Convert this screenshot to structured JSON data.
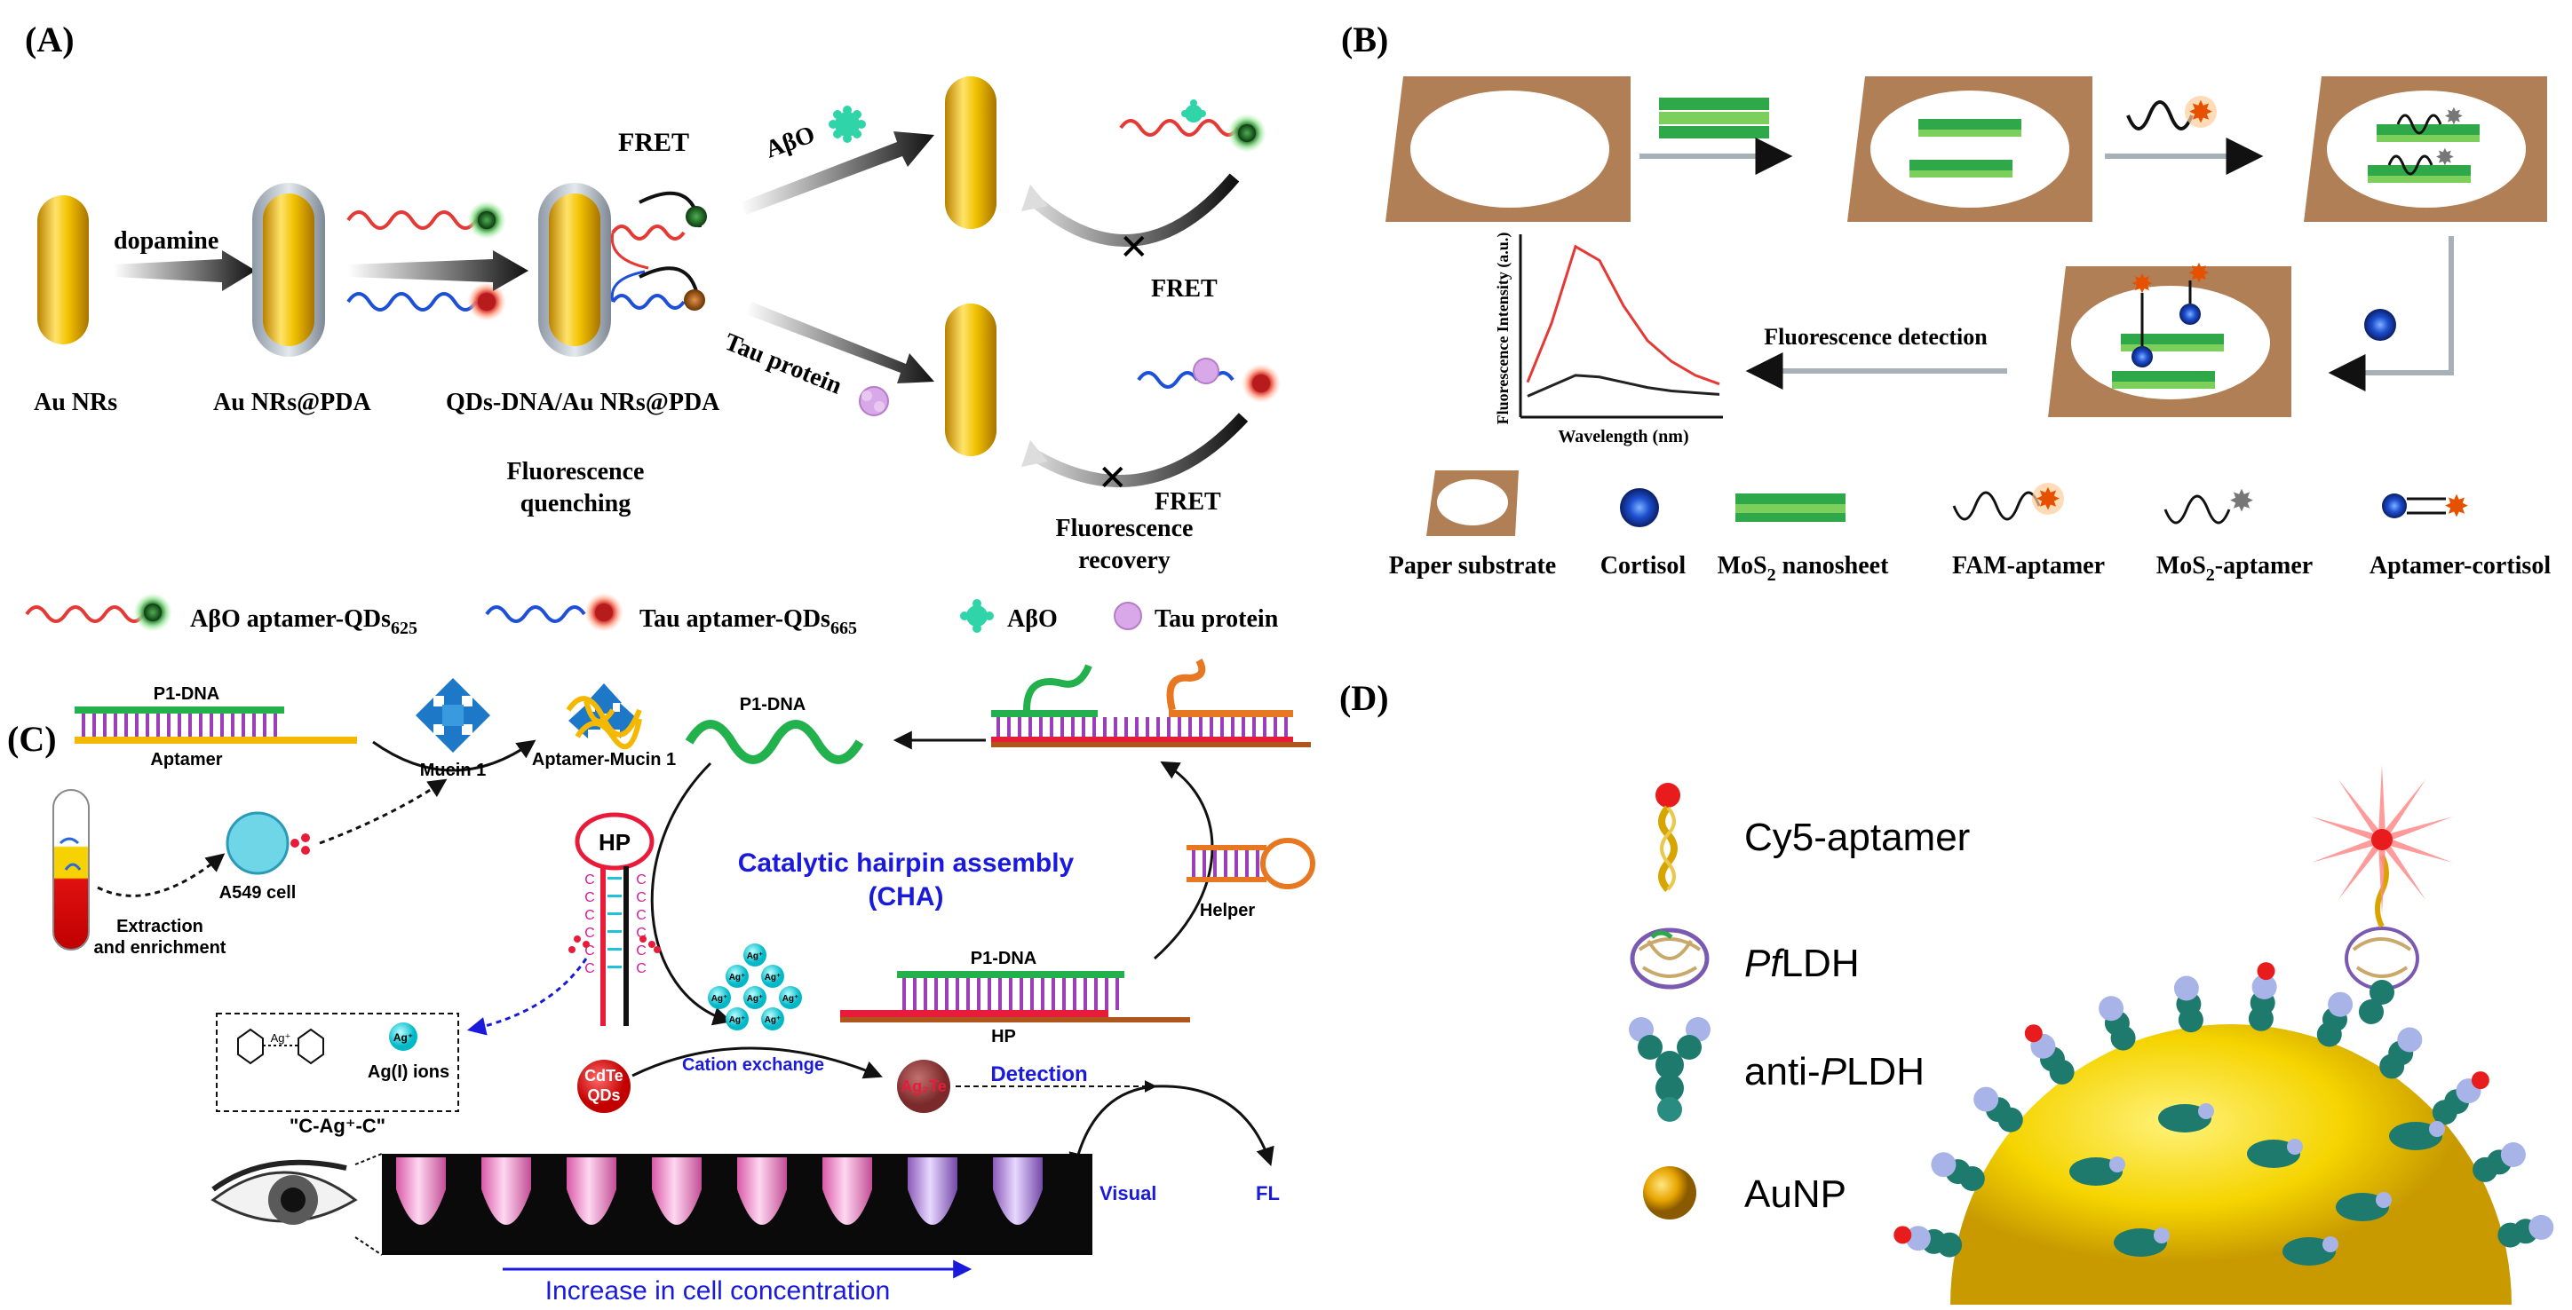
{
  "panel_a": {
    "letter": "(A)",
    "dopamine": "dopamine",
    "fret_top": "FRET",
    "abo_arrow": "AβO",
    "tau_arrow": "Tau protein",
    "fret_right_top": "FRET",
    "fret_right_bottom": "FRET",
    "au_nrs": "Au NRs",
    "au_nrs_pda": "Au NRs@PDA",
    "qds_dna": "QDs-DNA/Au NRs@PDA",
    "quench_1": "Fluorescence",
    "quench_2": "quenching",
    "recovery_1": "Fluorescence",
    "recovery_2": "recovery",
    "legend_abo_aptamer": "AβO aptamer-QDs",
    "legend_abo_sub": "625",
    "legend_tau_aptamer": "Tau aptamer-QDs",
    "legend_tau_sub": "665",
    "legend_abo": "AβO",
    "legend_tau": "Tau protein"
  },
  "panel_b": {
    "letter": "(B)",
    "fluor_detection": "Fluorescence detection",
    "ylabel": "Fluorescence Intensity (a.u.)",
    "xlabel": "Wavelength (nm)",
    "legend_paper": "Paper substrate",
    "legend_cortisol": "Cortisol",
    "legend_mos2_pre": "MoS",
    "legend_mos2_sub": "2",
    "legend_mos2_post": " nanosheet",
    "legend_fam": "FAM-aptamer",
    "legend_mos2apt_pre": "MoS",
    "legend_mos2apt_sub": "2",
    "legend_mos2apt_post": "-aptamer",
    "legend_apt_cort": "Aptamer-cortisol"
  },
  "panel_c": {
    "letter": "(C)",
    "p1dna_left": "P1-DNA",
    "aptamer": "Aptamer",
    "mucin": "Mucin 1",
    "aptamer_mucin": "Aptamer-Mucin 1",
    "p1dna_mid": "P1-DNA",
    "a549": "A549 cell",
    "extraction_1": "Extraction",
    "extraction_2": "and enrichment",
    "hp": "HP",
    "cha_1": "Catalytic hairpin assembly",
    "cha_2": "(CHA)",
    "helper": "Helper",
    "p1dna_right": "P1-DNA",
    "hp_right": "HP",
    "cag": "\"C-Ag⁺-C\"",
    "ag_ions": "Ag(I) ions",
    "ag_plus": "Ag⁺",
    "cdte_1": "CdTe",
    "cdte_2": "QDs",
    "cation_exchange": "Cation exchange",
    "ag2te": "Ag₂Te",
    "detection": "Detection",
    "visual": "Visual",
    "fl": "FL",
    "increase": "Increase in cell concentration",
    "c_letter": "C"
  },
  "panel_d": {
    "letter": "(D)",
    "cy5": "Cy5-aptamer",
    "pfldh_italic": "Pf",
    "pfldh_rest": "LDH",
    "anti_pre": "anti-",
    "anti_italic": "P",
    "anti_rest": "LDH",
    "aunp": "AuNP"
  },
  "colors": {
    "gold": "#e8b400",
    "red_dna": "#e53935",
    "blue_dna": "#1e4fd8",
    "green_qd": "#2e7d32",
    "cha_blue": "#1a1adc",
    "paper": "#b07f55",
    "mos2": "#2fa84a",
    "aunp": "#f5e400"
  },
  "chart_data": {
    "type": "line",
    "xlabel": "Wavelength (nm)",
    "ylabel": "Fluorescence Intensity (a.u.)",
    "grid": false,
    "series": [
      {
        "values": [
          0.18,
          0.52,
          0.96,
          0.88,
          0.62,
          0.42,
          0.3,
          0.22,
          0.17
        ]
      },
      {
        "values": [
          0.1,
          0.16,
          0.22,
          0.21,
          0.18,
          0.15,
          0.13,
          0.12,
          0.11
        ]
      }
    ],
    "series_colors": [
      "#e53935",
      "#222222"
    ]
  }
}
